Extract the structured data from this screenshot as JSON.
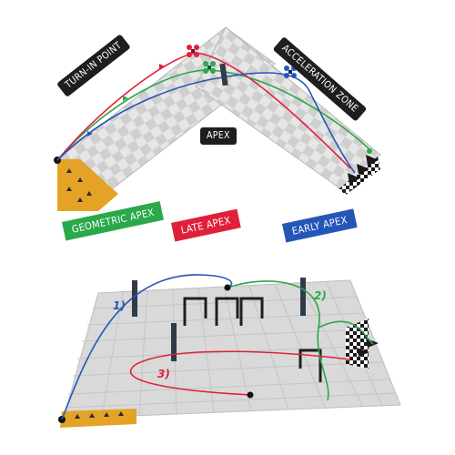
{
  "top_diagram": {
    "labels": {
      "turn_in": "TURN-IN POINT",
      "acceleration": "ACCELERATION ZONE",
      "apex": "APEX"
    }
  },
  "legend": {
    "geometric": {
      "text": "GEOMETRIC APEX",
      "color": "#2aa84a"
    },
    "late": {
      "text": "LATE APEX",
      "color": "#e0203a"
    },
    "early": {
      "text": "EARLY APEX",
      "color": "#2456b8"
    }
  },
  "bottom_diagram": {
    "path_labels": [
      {
        "text": "1)",
        "color": "#2456b8"
      },
      {
        "text": "2)",
        "color": "#2aa84a"
      },
      {
        "text": "3)",
        "color": "#e0203a"
      }
    ]
  },
  "colors": {
    "floor_light": "#e4e4e4",
    "floor_dark": "#c9c9c9",
    "start_pad": "#e4a326",
    "tag_dark": "#1e1e1e"
  },
  "icons": [
    "drone-icon",
    "gate-icon",
    "checkered-flag-icon",
    "arrow-icon"
  ]
}
